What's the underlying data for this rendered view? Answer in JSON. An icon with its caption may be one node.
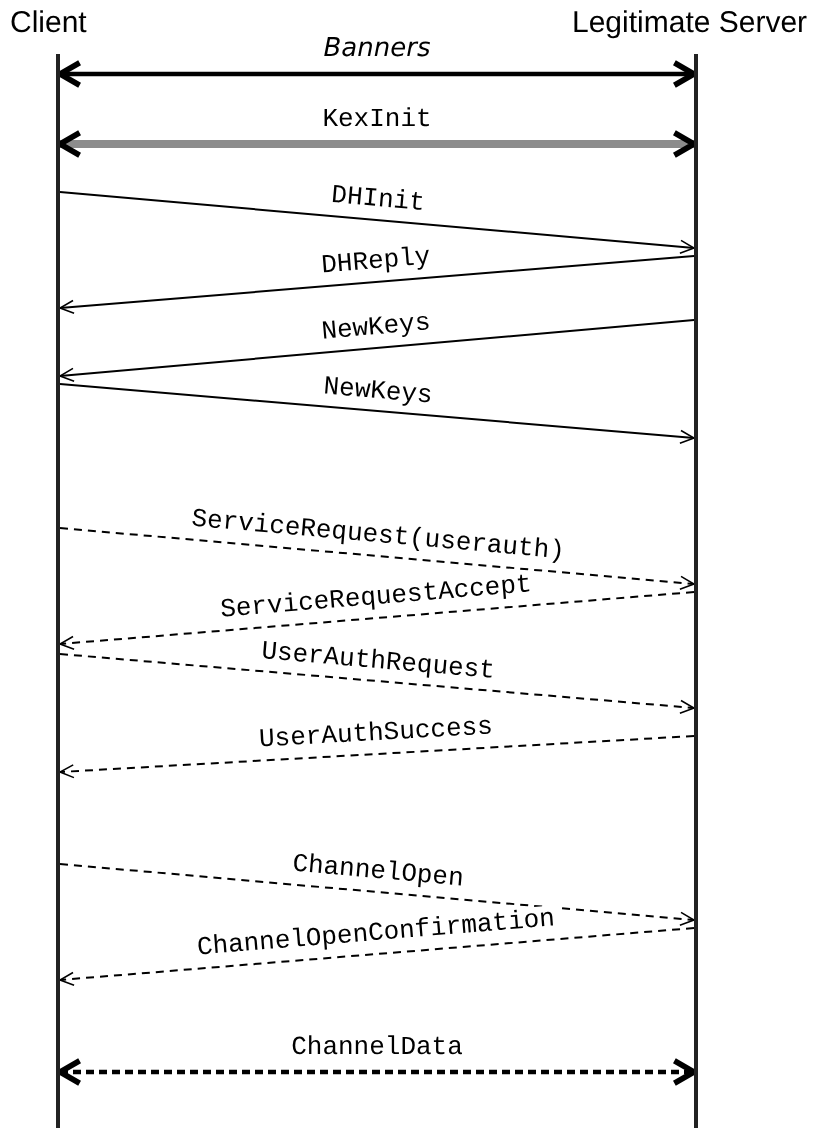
{
  "diagram": {
    "nodes": [
      {
        "text": [
          "Client"
        ]
      },
      {
        "text": [
          "Legitimate Server"
        ]
      },
      {
        "text": [],
        "shape": "bar"
      },
      {
        "text": [],
        "shape": "bar"
      }
    ],
    "edges": [
      {
        "from": 2,
        "to": 3,
        "arrow": "both",
        "label": "Banners"
      },
      {
        "from": 2,
        "to": 3,
        "arrow": "both",
        "label": "KexInit",
        "style": "thick",
        "color": "#8c8c8c"
      },
      {
        "from": 2,
        "to": 3,
        "arrow": "to",
        "label": "DHInit"
      },
      {
        "from": 3,
        "to": 2,
        "arrow": "to",
        "label": "DHReply"
      },
      {
        "from": 3,
        "to": 2,
        "arrow": "to",
        "label": "NewKeys"
      },
      {
        "from": 2,
        "to": 3,
        "arrow": "to",
        "label": "NewKeys"
      },
      {
        "from": 2,
        "to": 3,
        "arrow": "to",
        "label": "ServiceRequest(userauth)",
        "style": "dashed"
      },
      {
        "from": 3,
        "to": 2,
        "arrow": "to",
        "label": "ServiceRequestAccept",
        "style": "dashed"
      },
      {
        "from": 2,
        "to": 3,
        "arrow": "to",
        "label": "UserAuthRequest",
        "style": "dashed"
      },
      {
        "from": 3,
        "to": 2,
        "arrow": "to",
        "label": "UserAuthSuccess",
        "style": "dashed"
      },
      {
        "from": 2,
        "to": 3,
        "arrow": "to",
        "label": "ChannelOpen",
        "style": "dashed"
      },
      {
        "from": 3,
        "to": 2,
        "arrow": "to",
        "label": "ChannelOpenConfirmation",
        "style": "dashed"
      },
      {
        "from": 2,
        "to": 3,
        "arrow": "both",
        "label": "ChannelData",
        "style": "dashed"
      }
    ]
  }
}
